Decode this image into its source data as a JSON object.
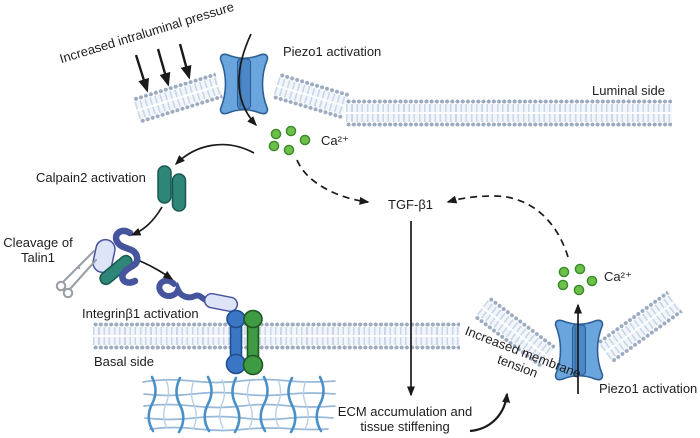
{
  "figure": {
    "title_hint": "Piezo1 mechanotransduction signaling diagram",
    "labels": {
      "increased_pressure": "Increased intraluminal pressure",
      "piezo1_top": "Piezo1 activation",
      "luminal_side": "Luminal side",
      "calcium_top": "Ca²⁺",
      "calpain2": "Calpain2 activation",
      "cleavage_talin1": "Cleavage of Talin1",
      "integrin_b1": "Integrinβ1 activation",
      "basal_side": "Basal side",
      "tgf_b1": "TGF-β1",
      "ecm": "ECM accumulation and tissue stiffening",
      "membrane_tension": "Increased membrane tension",
      "piezo1_bottom": "Piezo1 activation",
      "calcium_bottom": "Ca²⁺"
    },
    "colors": {
      "background": "#ffffff",
      "text": "#1e1e1e",
      "arrow": "#1a1a1a",
      "membrane_head": "#9dabc0",
      "membrane_tail": "#c9d7e8",
      "piezo_body": "#6aa5dd",
      "piezo_center": "#4c88c8",
      "piezo_outline": "#2d5f96",
      "calcium_fill": "#6cc04a",
      "calcium_outline": "#388a28",
      "calpain_teal": "#2e8678",
      "calpain_outline": "#17584d",
      "talin_blue": "#46549e",
      "talin_pill": "#dde4f7",
      "integrin_blue": "#3b76c4",
      "integrin_green": "#3f9a44",
      "ecm_strand": "#4a90c8",
      "ecm_light": "#98b9d8",
      "scissors_gray": "#9aa0a6"
    },
    "icons": {
      "piezo1_channel": "blue spool-shaped membrane channel",
      "calcium_ions": "cluster of five green circles",
      "calpain2_protein": "two teal pills",
      "talin_protein": "dark-blue squiggle with lavender rod",
      "integrin_dimer": "blue and green dumbbells in membrane",
      "scissors": "gray cleavage scissors",
      "ecm_mesh": "light-blue woven fiber mesh"
    }
  }
}
